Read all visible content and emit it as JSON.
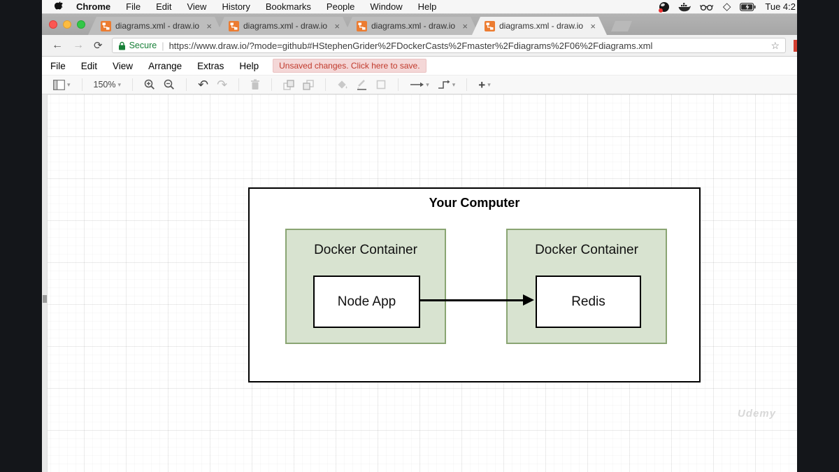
{
  "menubar": {
    "app_name": "Chrome",
    "items": [
      "File",
      "Edit",
      "View",
      "History",
      "Bookmarks",
      "People",
      "Window",
      "Help"
    ],
    "clock": "Tue 4:2"
  },
  "tabs": [
    {
      "title": "diagrams.xml - draw.io",
      "active": false
    },
    {
      "title": "diagrams.xml - draw.io",
      "active": false
    },
    {
      "title": "diagrams.xml - draw.io",
      "active": false
    },
    {
      "title": "diagrams.xml - draw.io",
      "active": true
    }
  ],
  "address_bar": {
    "security_label": "Secure",
    "url": "https://www.draw.io/?mode=github#HStephenGrider%2FDockerCasts%2Fmaster%2Fdiagrams%2F06%2Fdiagrams.xml"
  },
  "app_menu": {
    "items": [
      "File",
      "Edit",
      "View",
      "Arrange",
      "Extras",
      "Help"
    ],
    "unsaved_notice": "Unsaved changes. Click here to save."
  },
  "toolbar": {
    "zoom_level": "150%"
  },
  "glyphs": {
    "close": "×",
    "caret": "▾",
    "back": "←",
    "forward": "→",
    "reload": "⟳",
    "star": "☆",
    "divider": "|",
    "diamond": "◇",
    "undo": "↶",
    "redo": "↷",
    "plus": "+"
  },
  "diagram": {
    "outer_label": "Your Computer",
    "containers": [
      {
        "label": "Docker Container",
        "inner": "Node App"
      },
      {
        "label": "Docker Container",
        "inner": "Redis"
      }
    ]
  },
  "watermark": "Udemy",
  "colors": {
    "container_fill": "#d8e3d0",
    "container_border": "#8aa573",
    "favicon_orange": "#ec7c31",
    "secure_green": "#188038",
    "unsaved_bg": "#f4d7d7",
    "unsaved_text": "#c0392b"
  }
}
